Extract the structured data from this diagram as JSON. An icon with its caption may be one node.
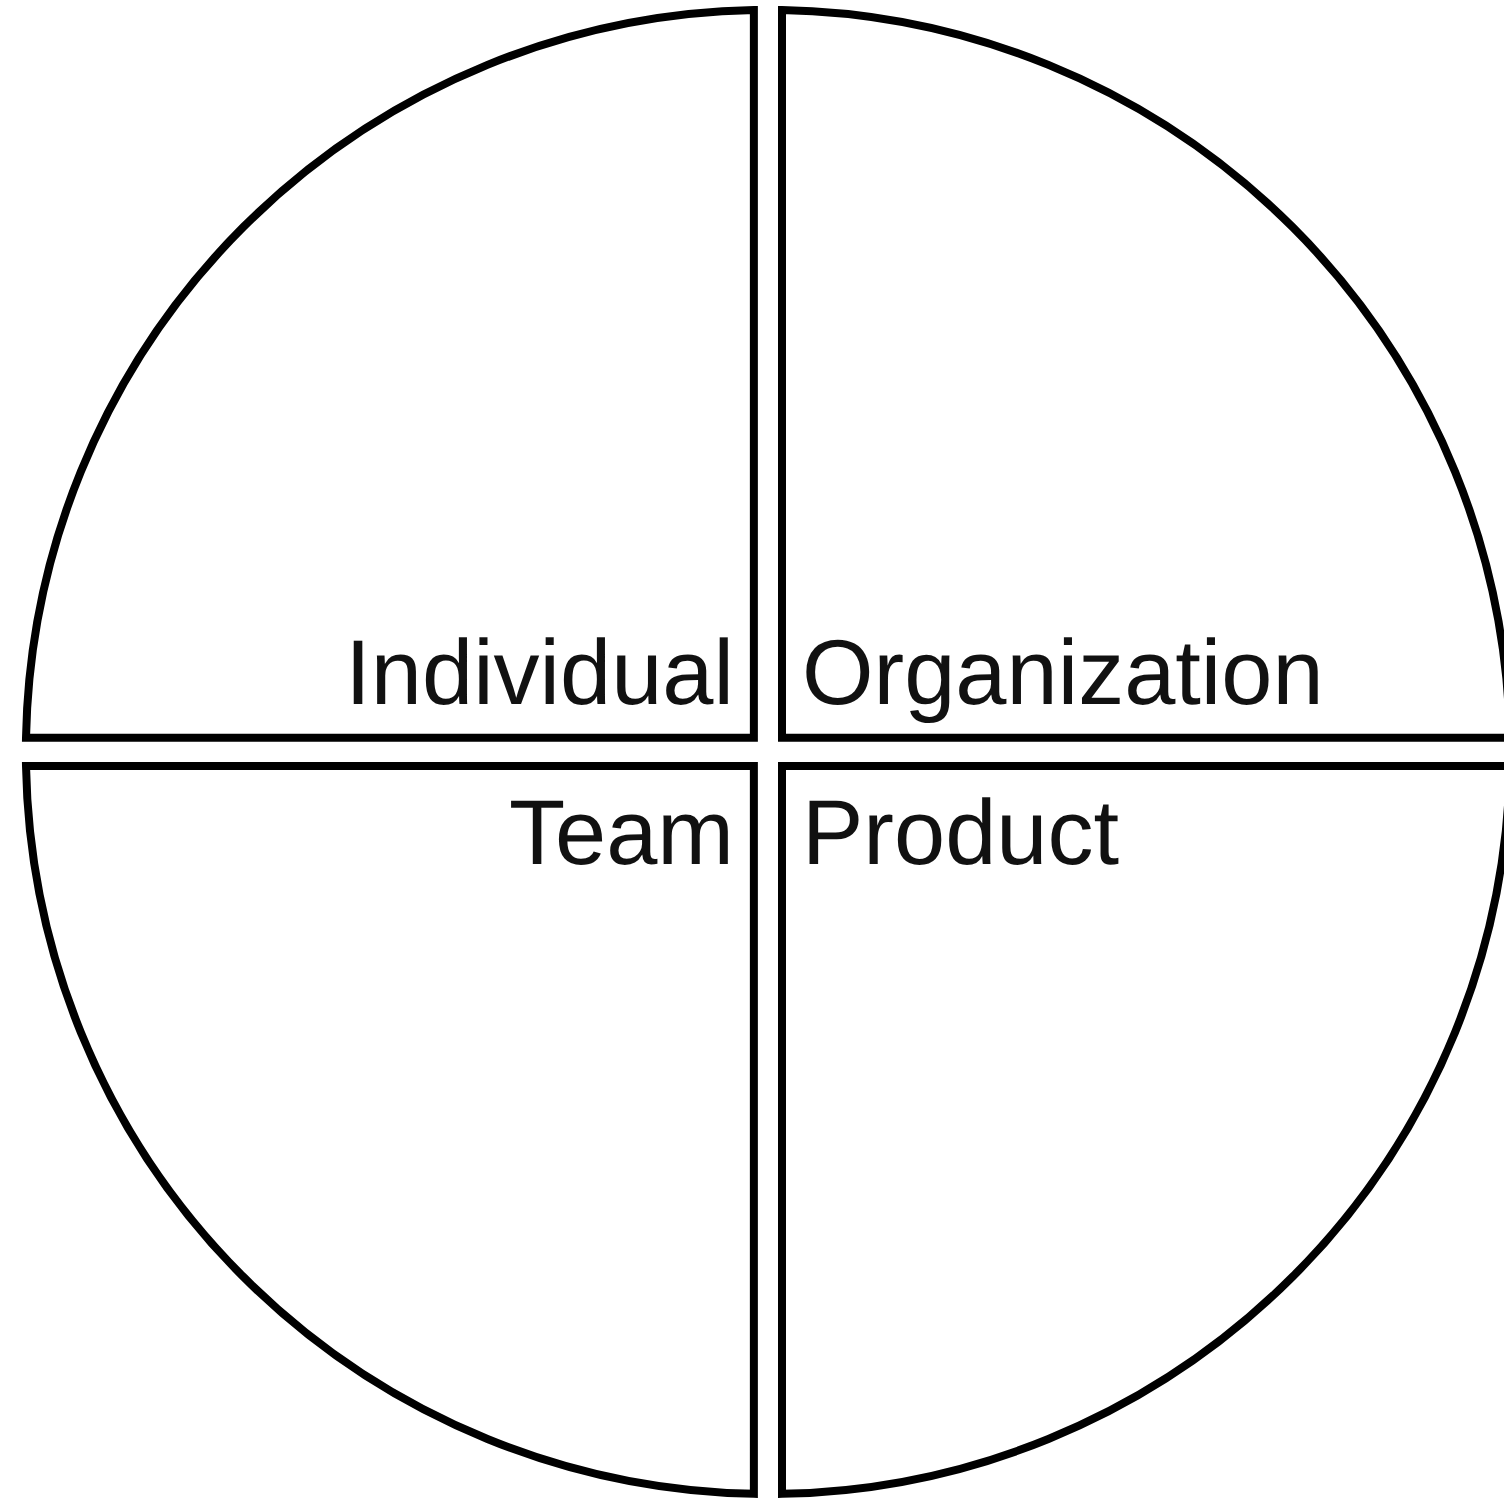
{
  "diagram": {
    "nodes": [
      {
        "text": [
          "Individual"
        ]
      },
      {
        "text": [
          "Organization"
        ]
      },
      {
        "text": [
          "Team"
        ]
      },
      {
        "text": [
          "Product"
        ]
      }
    ]
  }
}
